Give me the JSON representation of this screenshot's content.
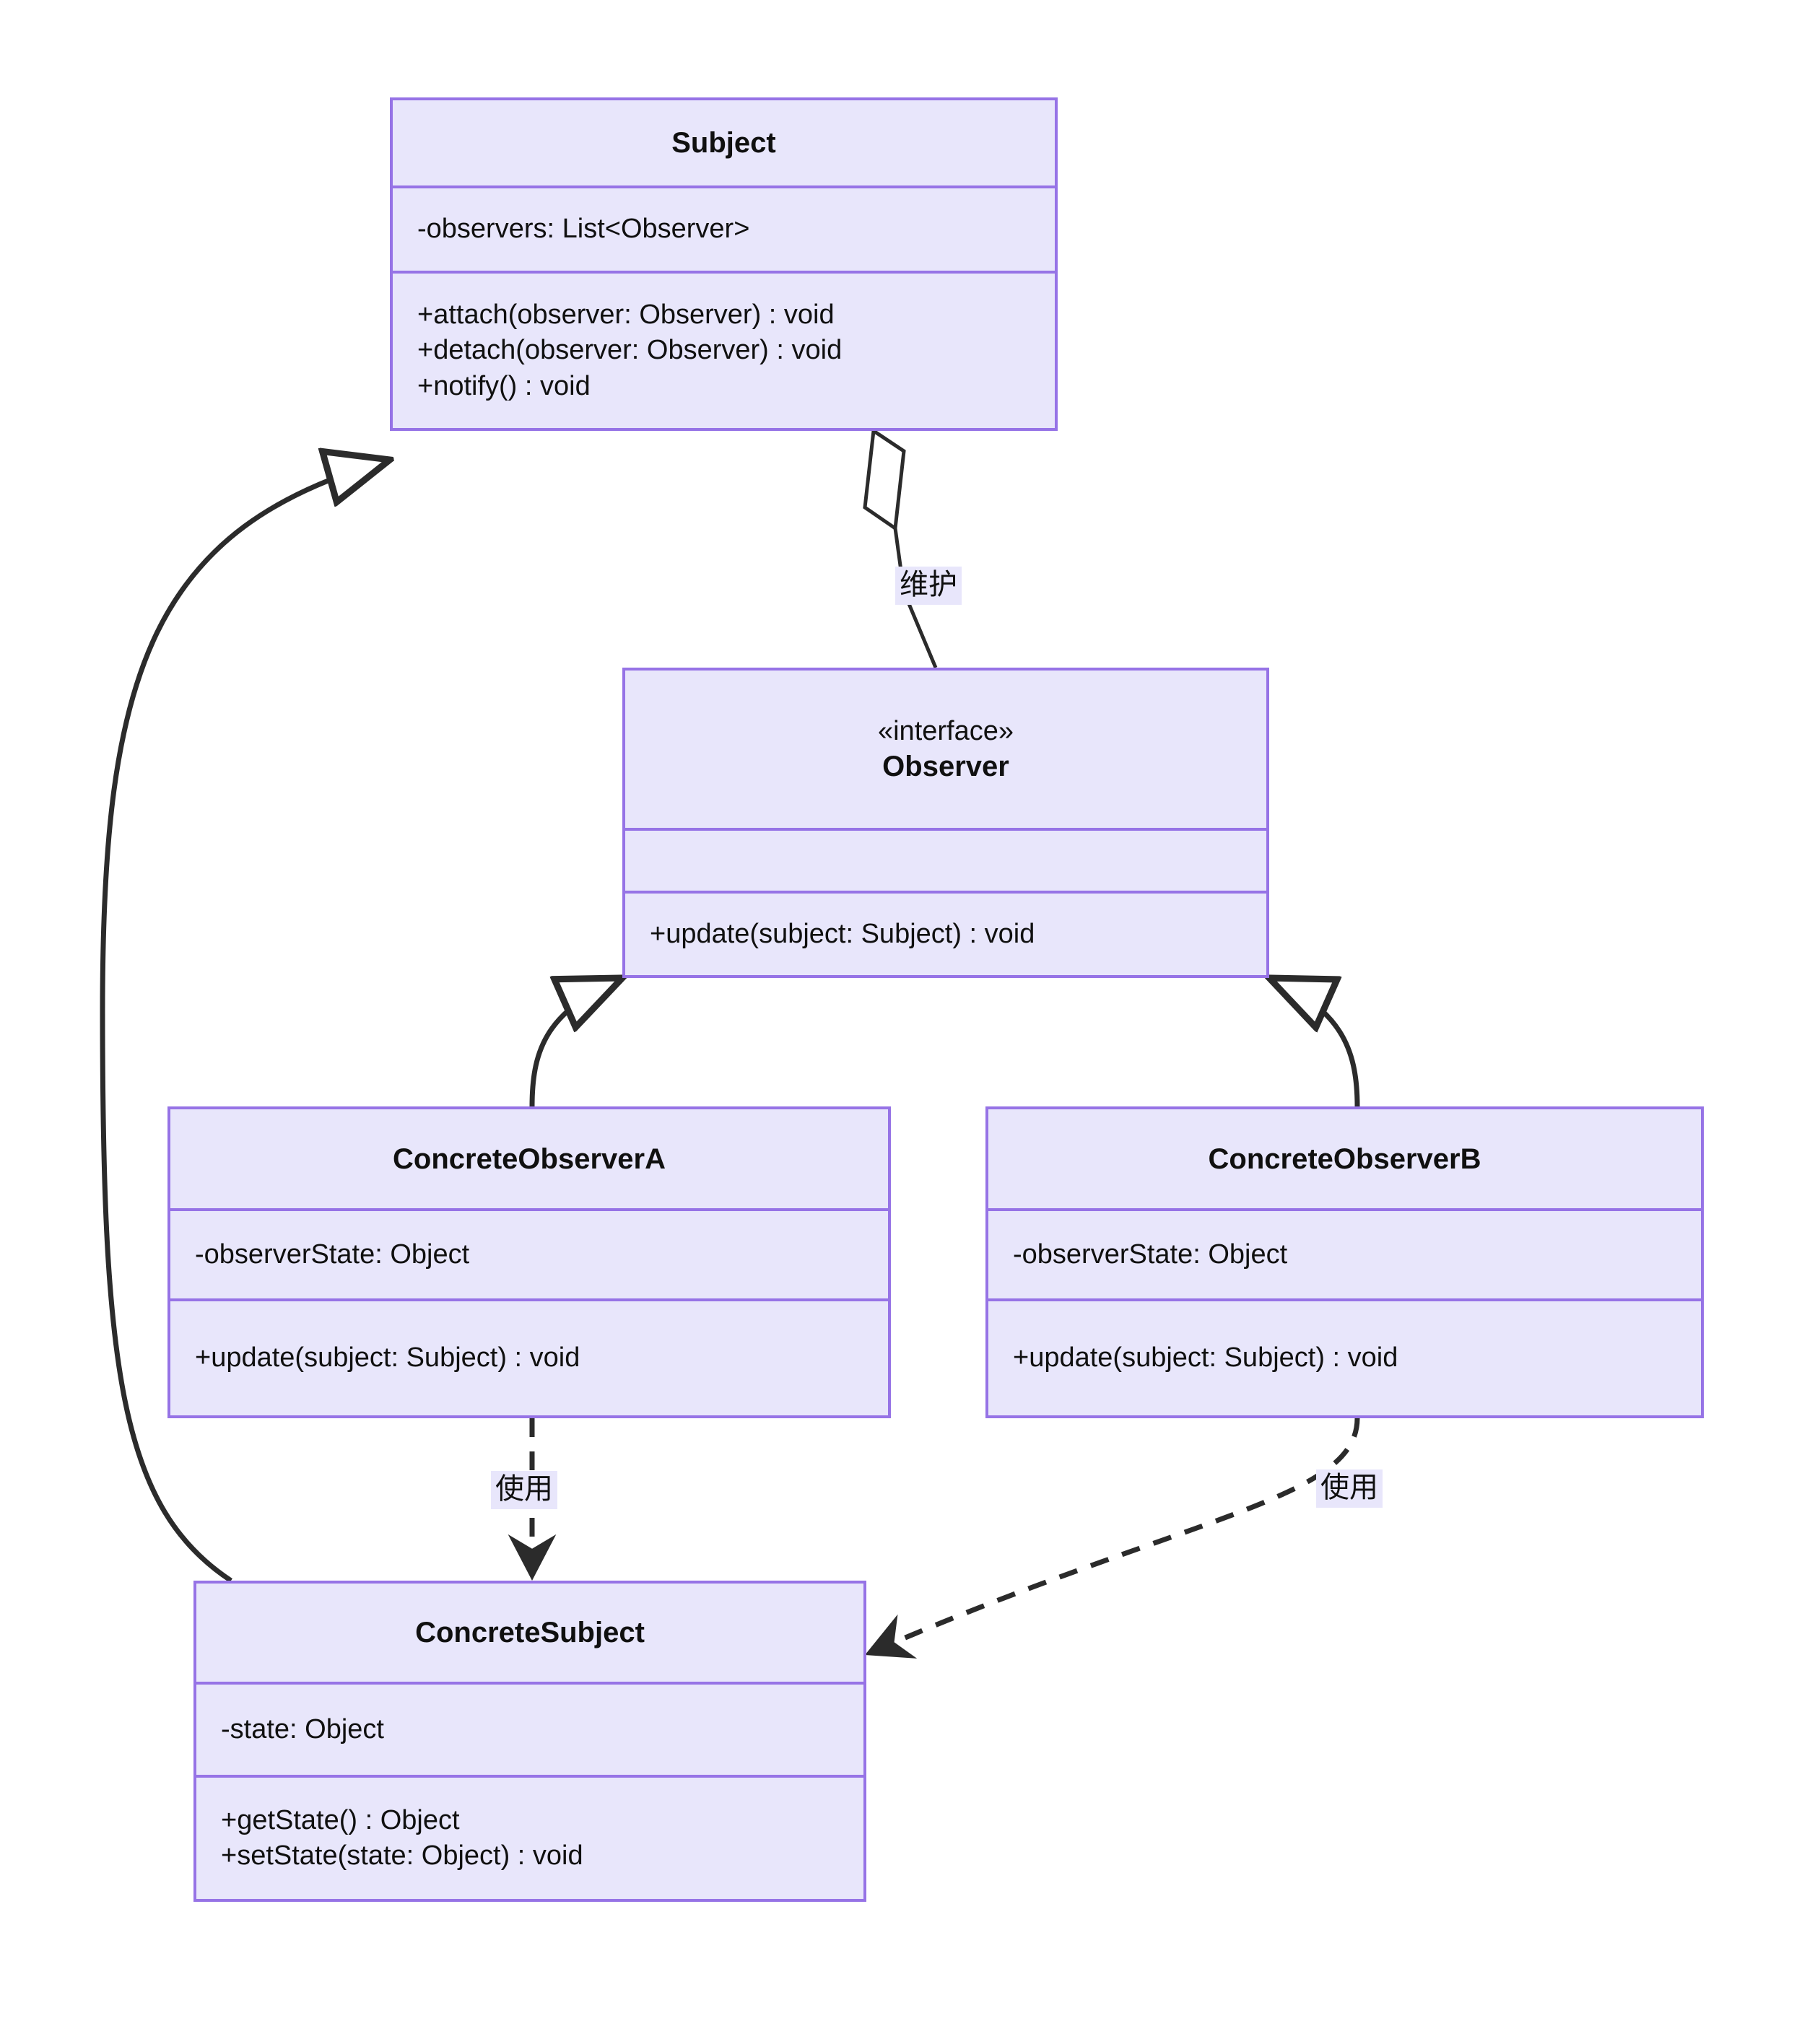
{
  "diagram": {
    "title": "Observer Pattern UML Class Diagram",
    "colors": {
      "class_fill": "#e8e6fb",
      "class_border": "#9673e6",
      "edge_stroke": "#2b2b2b",
      "text": "#101010",
      "canvas": "#ffffff"
    }
  },
  "classes": {
    "subject": {
      "name": "Subject",
      "attributes": [
        "-observers: List<Observer>"
      ],
      "operations": [
        "+attach(observer: Observer) : void",
        "+detach(observer: Observer) : void",
        "+notify() : void"
      ]
    },
    "observer": {
      "stereotype": "«interface»",
      "name": "Observer",
      "attributes": [],
      "operations": [
        "+update(subject: Subject) : void"
      ]
    },
    "concrete_observer_a": {
      "name": "ConcreteObserverA",
      "attributes": [
        "-observerState: Object"
      ],
      "operations": [
        "+update(subject: Subject) : void"
      ]
    },
    "concrete_observer_b": {
      "name": "ConcreteObserverB",
      "attributes": [
        "-observerState: Object"
      ],
      "operations": [
        "+update(subject: Subject) : void"
      ]
    },
    "concrete_subject": {
      "name": "ConcreteSubject",
      "attributes": [
        "-state: Object"
      ],
      "operations": [
        "+getState() : Object",
        "+setState(state: Object) : void"
      ]
    }
  },
  "relationships": [
    {
      "id": "subject-aggregates-observer",
      "type": "aggregation",
      "from": "Subject",
      "to": "Observer",
      "label": "维护",
      "arrow": "hollow-diamond",
      "line": "solid"
    },
    {
      "id": "concrete-observer-a-realizes-observer",
      "type": "generalization",
      "from": "ConcreteObserverA",
      "to": "Observer",
      "label": "",
      "arrow": "hollow-triangle",
      "line": "solid"
    },
    {
      "id": "concrete-observer-b-realizes-observer",
      "type": "generalization",
      "from": "ConcreteObserverB",
      "to": "Observer",
      "label": "",
      "arrow": "hollow-triangle",
      "line": "solid"
    },
    {
      "id": "concrete-subject-extends-subject",
      "type": "generalization",
      "from": "ConcreteSubject",
      "to": "Subject",
      "label": "",
      "arrow": "hollow-triangle",
      "line": "solid"
    },
    {
      "id": "concrete-observer-a-uses-concrete-subject",
      "type": "dependency",
      "from": "ConcreteObserverA",
      "to": "ConcreteSubject",
      "label": "使用",
      "arrow": "open-arrow",
      "line": "dashed"
    },
    {
      "id": "concrete-observer-b-uses-concrete-subject",
      "type": "dependency",
      "from": "ConcreteObserverB",
      "to": "ConcreteSubject",
      "label": "使用",
      "arrow": "open-arrow",
      "line": "dashed"
    }
  ]
}
